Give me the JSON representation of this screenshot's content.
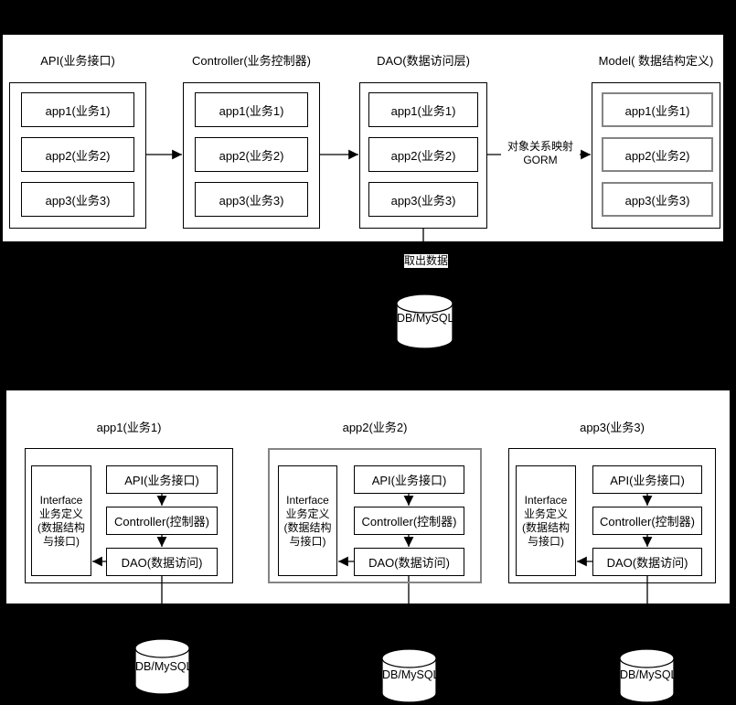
{
  "colors": {
    "background": "#000000",
    "panel": "#ffffff",
    "stroke": "#000000",
    "secondary_stroke": "#848484"
  },
  "top_section": {
    "columns": [
      {
        "title": "API(业务接口)",
        "items": [
          "app1(业务1)",
          "app2(业务2)",
          "app3(业务3)"
        ]
      },
      {
        "title": "Controller(业务控制器)",
        "items": [
          "app1(业务1)",
          "app2(业务2)",
          "app3(业务3)"
        ]
      },
      {
        "title": "DAO(数据访问层)",
        "items": [
          "app1(业务1)",
          "app2(业务2)",
          "app3(业务3)"
        ]
      },
      {
        "title": "Model( 数据结构定义)",
        "items": [
          "app1(业务1)",
          "app2(业务2)",
          "app3(业务3)"
        ]
      }
    ],
    "orm_label": {
      "line1": "对象关系映射",
      "line2": "GORM"
    }
  },
  "middle": {
    "fetch_data_label": "取出数据",
    "database_label": "DB/MySQL"
  },
  "bottom_section": {
    "groups": [
      {
        "title": "app1(业务1)",
        "interface_box": {
          "lines": [
            "Interface",
            "业务定义",
            "(数据结构",
            "与接口)"
          ]
        },
        "layers": [
          "API(业务接口)",
          "Controller(控制器)",
          "DAO(数据访问)"
        ],
        "database_label": "DB/MySQL"
      },
      {
        "title": "app2(业务2)",
        "interface_box": {
          "lines": [
            "Interface",
            "业务定义",
            "(数据结构",
            "与接口)"
          ]
        },
        "layers": [
          "API(业务接口)",
          "Controller(控制器)",
          "DAO(数据访问)"
        ],
        "database_label": "DB/MySQL"
      },
      {
        "title": "app3(业务3)",
        "interface_box": {
          "lines": [
            "Interface",
            "业务定义",
            "(数据结构",
            "与接口)"
          ]
        },
        "layers": [
          "API(业务接口)",
          "Controller(控制器)",
          "DAO(数据访问)"
        ],
        "database_label": "DB/MySQL"
      }
    ]
  }
}
